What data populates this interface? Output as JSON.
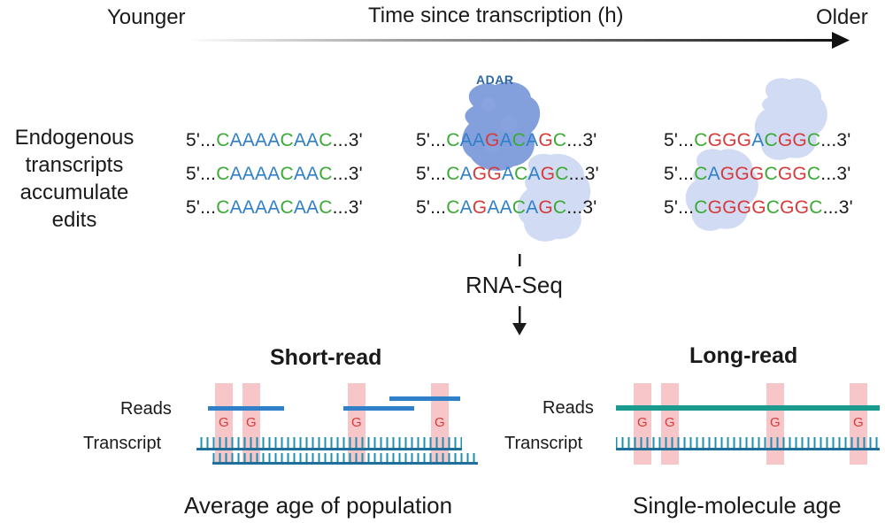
{
  "timeline": {
    "left_label": "Younger",
    "center_label": "Time since transcription (h)",
    "right_label": "Older"
  },
  "left_label": [
    "Endogenous",
    "transcripts",
    "accumulate",
    "edits"
  ],
  "enzyme_label": "ADAR",
  "sequences": {
    "prefix": "5'...",
    "suffix": "...3'",
    "young": [
      "CAAAACAAC",
      "CAAAACAAC",
      "CAAAACAAC"
    ],
    "middle": [
      "CAAGACAGC",
      "CAGGACAGC",
      "CAGAACAGC"
    ],
    "old": [
      "CGGGACGGC",
      "CAGGGCGGC",
      "CGGGGCGGC"
    ]
  },
  "method_label": "RNA-Seq",
  "short_read": {
    "title": "Short-read",
    "reads_label": "Reads",
    "transcript_label": "Transcript",
    "edit_base": "G",
    "caption": "Average age of population"
  },
  "long_read": {
    "title": "Long-read",
    "reads_label": "Reads",
    "transcript_label": "Transcript",
    "edit_base": "G",
    "caption": "Single-molecule age"
  },
  "colors": {
    "A": "#2f7fc9",
    "C": "#3aaa35",
    "G": "#d63a3a",
    "short_read_bar": "#2f7fc9",
    "long_read_bar": "#1b9a8e",
    "transcript": "#1f6f9a",
    "edit_highlight": "#f6c6c9",
    "adar_protein": "#6f8fd6"
  }
}
